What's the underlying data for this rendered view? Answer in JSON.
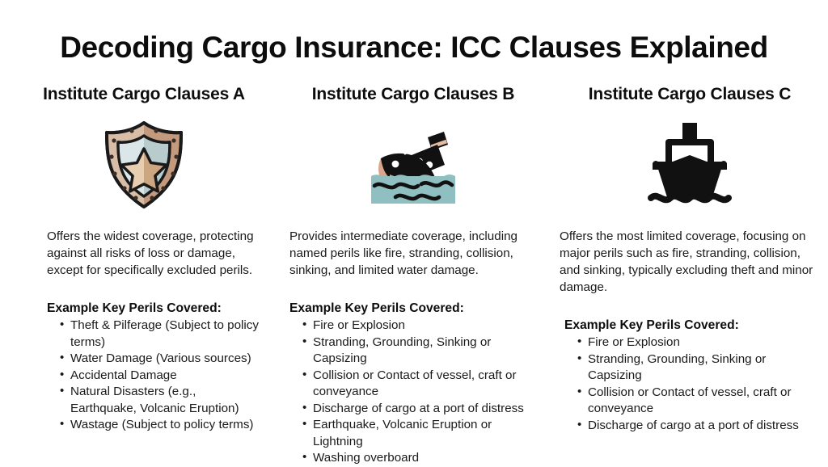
{
  "title": "Decoding Cargo Insurance: ICC Clauses Explained",
  "colors": {
    "background": "#ffffff",
    "text": "#1a1a1a",
    "heading": "#0d0d0d",
    "shield_border": "#c49a7e",
    "shield_border_light": "#e6d3c0",
    "shield_field": "#c5d8dc",
    "shield_field_light": "#dfeaec",
    "shield_star": "#d9b48f",
    "shield_star_light": "#f0dcc4",
    "water_teal": "#8fbfc0",
    "ship_black": "#111111",
    "ship_accent_tan": "#d9a58c",
    "outline": "#1a1a1a"
  },
  "columns": [
    {
      "id": "clauses-a",
      "title": "Institute Cargo Clauses A",
      "icon": "shield-star-icon",
      "description": "Offers the widest coverage, protecting against all risks of loss or damage, except for specifically excluded perils.",
      "perils_heading": "Example Key Perils Covered:",
      "perils": [
        "Theft & Pilferage (Subject to policy terms)",
        "Water Damage (Various sources)",
        "Accidental Damage",
        "Natural Disasters (e.g., Earthquake, Volcanic Eruption)",
        "Wastage (Subject to policy terms)"
      ]
    },
    {
      "id": "clauses-b",
      "title": "Institute Cargo Clauses B",
      "icon": "sinking-ship-icon",
      "description": "Provides intermediate coverage, including named perils like fire, stranding, collision, sinking, and limited water damage.",
      "perils_heading": "Example Key Perils Covered:",
      "perils": [
        "Fire or Explosion",
        "Stranding, Grounding, Sinking or Capsizing",
        "Collision or Contact of vessel, craft or conveyance",
        "Discharge of cargo at a port of distress",
        "Earthquake, Volcanic Eruption or Lightning",
        "Washing overboard"
      ]
    },
    {
      "id": "clauses-c",
      "title": "Institute Cargo Clauses C",
      "icon": "cargo-ship-icon",
      "description": "Offers the most limited coverage, focusing on major perils such as fire, stranding, collision, and sinking, typically excluding theft and minor damage.",
      "perils_heading": "Example Key Perils Covered:",
      "perils": [
        "Fire or Explosion",
        "Stranding, Grounding, Sinking or Capsizing",
        "Collision or Contact of vessel, craft or conveyance",
        "Discharge of cargo at a port of distress"
      ]
    }
  ]
}
